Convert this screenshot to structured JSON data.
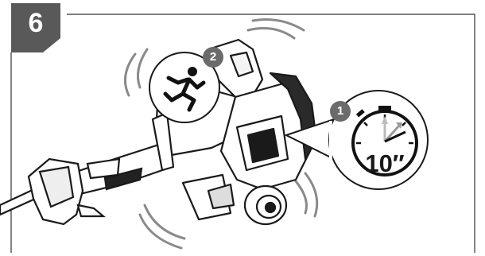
{
  "step": {
    "number": "6"
  },
  "callouts": [
    {
      "number": "1",
      "icon": "timer-icon",
      "label": "10″"
    },
    {
      "number": "2",
      "icon": "running-person-icon"
    }
  ],
  "colors": {
    "badge": "#595959",
    "ink": "#1a1a1a",
    "frame": "#333333"
  }
}
